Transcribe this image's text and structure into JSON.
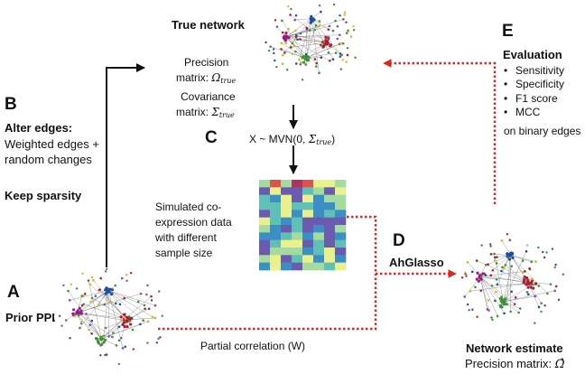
{
  "labels": {
    "true_network": "True network",
    "precision_line1": "Precision",
    "precision_line2": "matrix:",
    "omega": "Ω",
    "true_sub": "true",
    "covariance_line1": "Covariance",
    "covariance_line2": "matrix:",
    "sigma": "Σ",
    "mvn_prefix": "X ~ MVN(0,",
    "mvn_suffix": ")",
    "simulated": [
      "Simulated co-",
      "expression data",
      "with different",
      "sample size"
    ],
    "alter_edges": "Alter edges:",
    "alter_body": [
      "Weighted edges +",
      "random changes"
    ],
    "keep_sparsity": "Keep sparsity",
    "prior_ppi": "Prior PPI",
    "partial_correlation": "Partial correlation (W)",
    "ahglasso": "AhGlasso",
    "evaluation": "Evaluation",
    "evaluation_items": [
      "Sensitivity",
      "Specificity",
      "F1 score",
      "MCC"
    ],
    "evaluation_footer": "on binary edges",
    "network_estimate": "Network estimate",
    "estimate_precision": "Precision matrix:",
    "omega_hat": "Ω̂"
  },
  "steps": {
    "a": "A",
    "b": "B",
    "c": "C",
    "d": "D",
    "e": "E"
  },
  "colors": {
    "arrow_black": "#111111",
    "arrow_dotted_red": "#e0261b",
    "hub_red": "#b01c2e",
    "hub_magenta": "#a3177f",
    "hub_blue": "#1f4f9c",
    "hub_green": "#3e9236",
    "node_yellow": "#c9b92a",
    "heatmap_palette": [
      "#6a5bb0",
      "#3b8fc4",
      "#5fc0b8",
      "#a6dba0",
      "#e9f08c",
      "#f2c46a",
      "#d9544a",
      "#b0325e"
    ]
  }
}
